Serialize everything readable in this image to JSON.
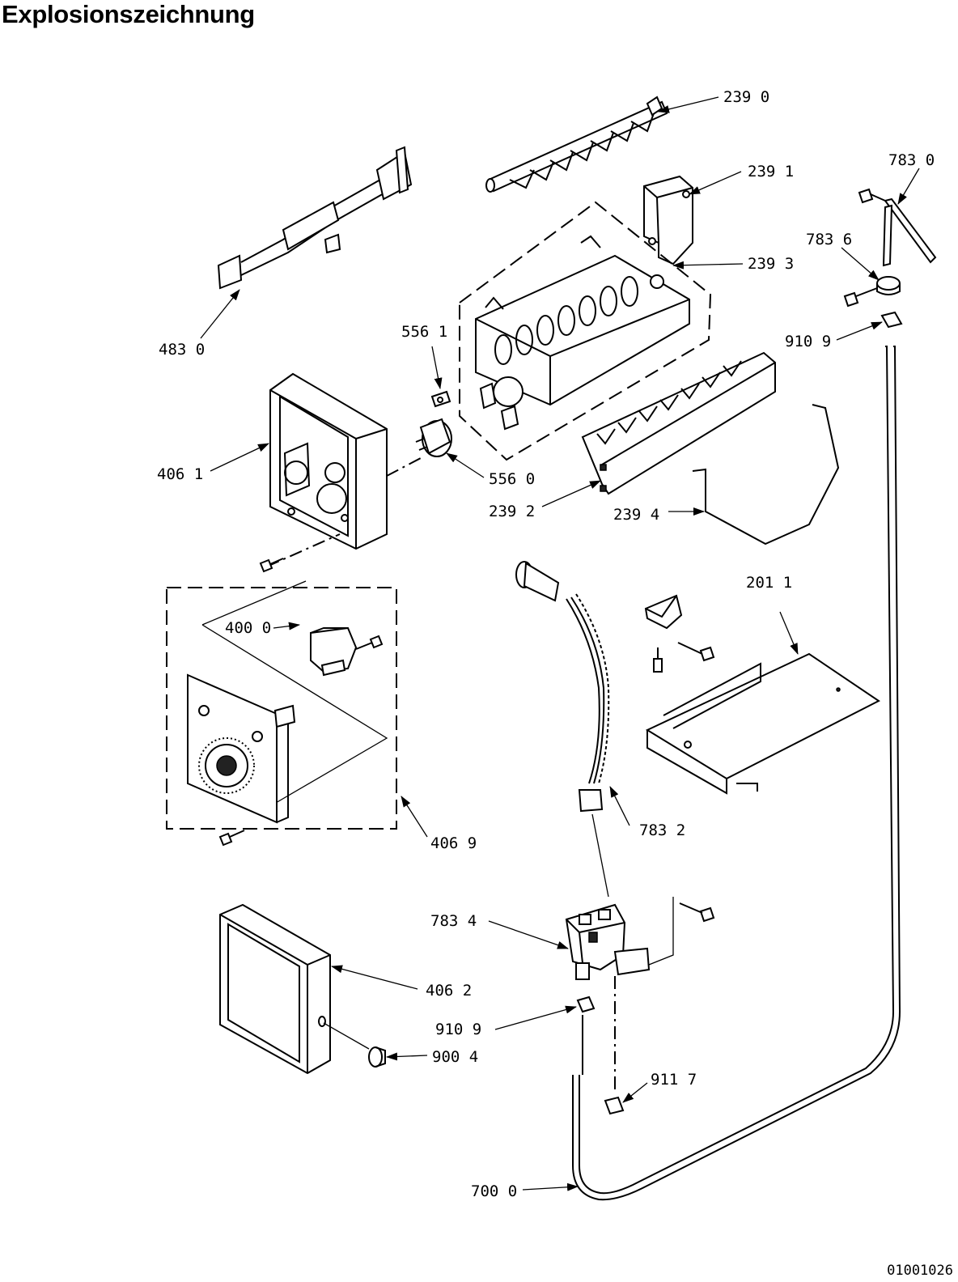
{
  "title": "Explosionszeichnung",
  "document_number": "01001026",
  "callouts": [
    {
      "id": "c-2390",
      "label": "239 0"
    },
    {
      "id": "c-2391",
      "label": "239 1"
    },
    {
      "id": "c-7830",
      "label": "783 0"
    },
    {
      "id": "c-2393",
      "label": "239 3"
    },
    {
      "id": "c-7836",
      "label": "783 6"
    },
    {
      "id": "c-4830",
      "label": "483 0"
    },
    {
      "id": "c-5561",
      "label": "556 1"
    },
    {
      "id": "c-9109a",
      "label": "910 9"
    },
    {
      "id": "c-4061",
      "label": "406 1"
    },
    {
      "id": "c-5560",
      "label": "556 0"
    },
    {
      "id": "c-2392",
      "label": "239 2"
    },
    {
      "id": "c-2394",
      "label": "239 4"
    },
    {
      "id": "c-2011",
      "label": "201 1"
    },
    {
      "id": "c-4000",
      "label": "400 0"
    },
    {
      "id": "c-4069",
      "label": "406 9"
    },
    {
      "id": "c-7832",
      "label": "783 2"
    },
    {
      "id": "c-7834",
      "label": "783 4"
    },
    {
      "id": "c-4062",
      "label": "406 2"
    },
    {
      "id": "c-9109b",
      "label": "910 9"
    },
    {
      "id": "c-9004",
      "label": "900 4"
    },
    {
      "id": "c-9117",
      "label": "911 7"
    },
    {
      "id": "c-7000",
      "label": "700 0"
    }
  ]
}
